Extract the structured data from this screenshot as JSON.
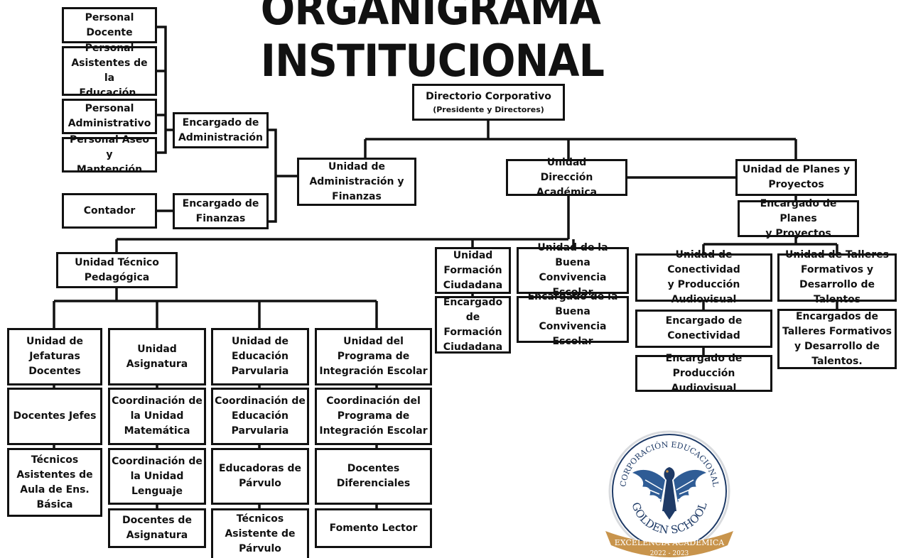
{
  "title": "ORGANIGRAMA INSTITUCIONAL",
  "nodes": {
    "personal_docente": [
      "Personal",
      "Docente"
    ],
    "personal_asistentes": [
      "Personal",
      "Asistentes de la",
      "Educación."
    ],
    "personal_administrativo": [
      "Personal",
      "Administrativo"
    ],
    "personal_aseo": [
      "Personal Aseo y",
      "Mantención"
    ],
    "contador": [
      "Contador"
    ],
    "encargado_administracion": [
      "Encargado de",
      "Administración"
    ],
    "encargado_finanzas": [
      "Encargado de",
      "Finanzas"
    ],
    "directorio": {
      "line": "Directorio Corporativo",
      "sub": "(Presidente y Directores)"
    },
    "unidad_admin_finanzas": [
      "Unidad de",
      "Administración y",
      "Finanzas"
    ],
    "unidad_direccion_academica": [
      "Unidad",
      "Dirección Académica"
    ],
    "unidad_planes": [
      "Unidad de Planes y",
      "Proyectos"
    ],
    "encargado_planes": [
      "Encargado de Planes",
      "y Proyectos"
    ],
    "unidad_tecnico_pedagogica": [
      "Unidad Técnico",
      "Pedagógica"
    ],
    "unidad_formacion_ciudadana": [
      "Unidad",
      "Formación",
      "Ciudadana"
    ],
    "encargado_formacion_ciudadana": [
      "Encargado",
      "de",
      "Formación",
      "Ciudadana"
    ],
    "unidad_buena_convivencia": [
      "Unidad de la Buena",
      "Convivencia",
      "Escolar"
    ],
    "encargado_buena_convivencia": [
      "Encargado de la",
      "Buena Convivencia",
      "Escolar"
    ],
    "unidad_conectividad": [
      "Unidad de Conectividad",
      "y Producción",
      "Audiovisual"
    ],
    "encargado_conectividad": [
      "Encargado de",
      "Conectividad"
    ],
    "encargado_produccion": [
      "Encargado de",
      "Producción Audiovisual"
    ],
    "unidad_talleres": [
      "Unidad de Talleres",
      "Formativos y",
      "Desarrollo de Talentos"
    ],
    "encargados_talleres": [
      "Encargados de",
      "Talleres Formativos",
      "y Desarrollo de",
      "Talentos."
    ],
    "unidad_jefaturas": [
      "Unidad de",
      "Jefaturas",
      "Docentes"
    ],
    "docentes_jefes": [
      "Docentes Jefes"
    ],
    "tecnicos_aula": [
      "Técnicos",
      "Asistentes de",
      "Aula de Ens.",
      "Básica"
    ],
    "unidad_asignatura": [
      "Unidad",
      "Asignatura"
    ],
    "coord_matematica": [
      "Coordinación de",
      "la Unidad",
      "Matemática"
    ],
    "coord_lenguaje": [
      "Coordinación de",
      "la Unidad",
      "Lenguaje"
    ],
    "docentes_asignatura": [
      "Docentes de",
      "Asignatura"
    ],
    "unidad_parvularia": [
      "Unidad de",
      "Educación",
      "Parvularia"
    ],
    "coord_parvularia": [
      "Coordinación de",
      "Educación",
      "Parvularia"
    ],
    "educadoras_parvulo": [
      "Educadoras de",
      "Párvulo"
    ],
    "tecnicos_parvulo": [
      "Técnicos",
      "Asistente de",
      "Párvulo"
    ],
    "unidad_pie": [
      "Unidad del",
      "Programa de",
      "Integración Escolar"
    ],
    "coord_pie": [
      "Coordinación del",
      "Programa de",
      "Integración Escolar"
    ],
    "docentes_diferenciales": [
      "Docentes",
      "Diferenciales"
    ],
    "fomento_lector": [
      "Fomento Lector"
    ]
  },
  "logo": {
    "arc_top": "CORPORACIÓN EDUCACIONAL",
    "name": "GOLDEN SCHOOL",
    "motto": "EXCELENCIA ACADÉMICA",
    "years": "2022 - 2023",
    "colors": {
      "gold": "#c8944c",
      "navy": "#1e3a66",
      "blue": "#2f5c95",
      "silver": "#d9dbde"
    }
  }
}
